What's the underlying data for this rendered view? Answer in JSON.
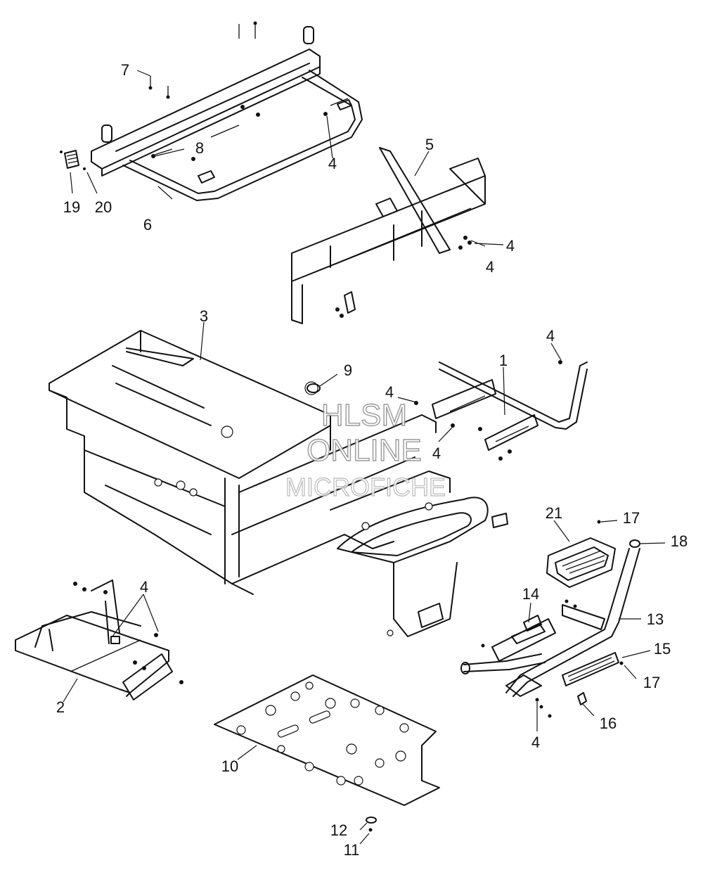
{
  "watermark": {
    "line1": "HLSM",
    "line2": "ONLINE",
    "line3": "MICROFICHE"
  },
  "callouts": {
    "c1": "1",
    "c2": "2",
    "c3": "3",
    "c4_a": "4",
    "c4_b": "4",
    "c4_c": "4",
    "c4_d": "4",
    "c4_e": "4",
    "c4_f": "4",
    "c4_g": "4",
    "c4_h": "4",
    "c5": "5",
    "c6": "6",
    "c7": "7",
    "c8": "8",
    "c9": "9",
    "c10": "10",
    "c11": "11",
    "c12": "12",
    "c13": "13",
    "c14": "14",
    "c15": "15",
    "c16": "16",
    "c17_a": "17",
    "c17_b": "17",
    "c18": "18",
    "c19": "19",
    "c20": "20",
    "c21": "21"
  }
}
